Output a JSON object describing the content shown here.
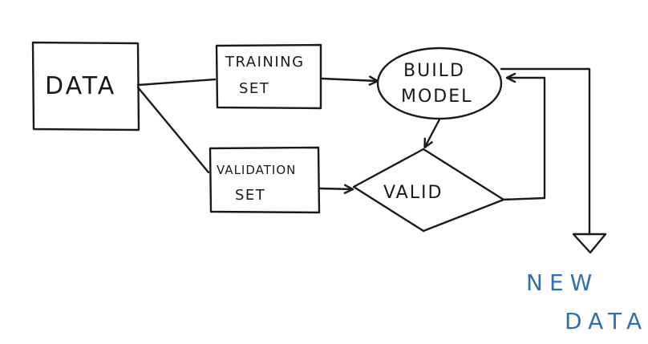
{
  "nodes": {
    "data": {
      "label": "DATA"
    },
    "training_set": {
      "line1": "TRAINING",
      "line2": "SET"
    },
    "validation_set": {
      "line1": "VALIDATION",
      "line2": "SET"
    },
    "build_model": {
      "line1": "BUILD",
      "line2": "MODEL"
    },
    "valid": {
      "label": "VALID"
    },
    "new_data": {
      "line1": "NEW",
      "line2": "DATA"
    }
  },
  "colors": {
    "ink": "#1a1a1a",
    "new_data_text": "#2f6fb3"
  }
}
